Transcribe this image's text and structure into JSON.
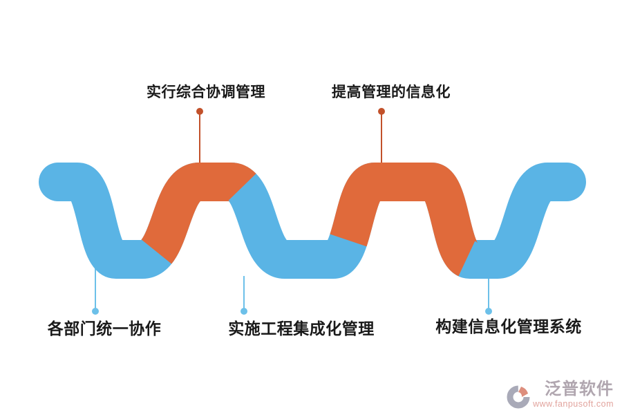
{
  "diagram": {
    "top_labels": [
      {
        "text": "实行综合协调管理"
      },
      {
        "text": "提高管理的信息化"
      }
    ],
    "bottom_labels": [
      {
        "text": "各部门统一协作"
      },
      {
        "text": "实施工程集成化管理"
      },
      {
        "text": "构建信息化管理系统"
      }
    ],
    "colors": {
      "blue": "#5ab4e5",
      "orange": "#e06a3b",
      "leader_orange": "#c2512a",
      "leader_blue": "#6cc0e9",
      "label_text": "#1a1a1a"
    }
  },
  "watermark": {
    "brand": "泛普软件",
    "url": "www.fanpusoft.com",
    "colors": {
      "brand_text": "#b0a6af",
      "url_text": "#e2a49e",
      "logo_gray": "#a9aab8",
      "logo_salmon": "#dd8e7d"
    }
  }
}
